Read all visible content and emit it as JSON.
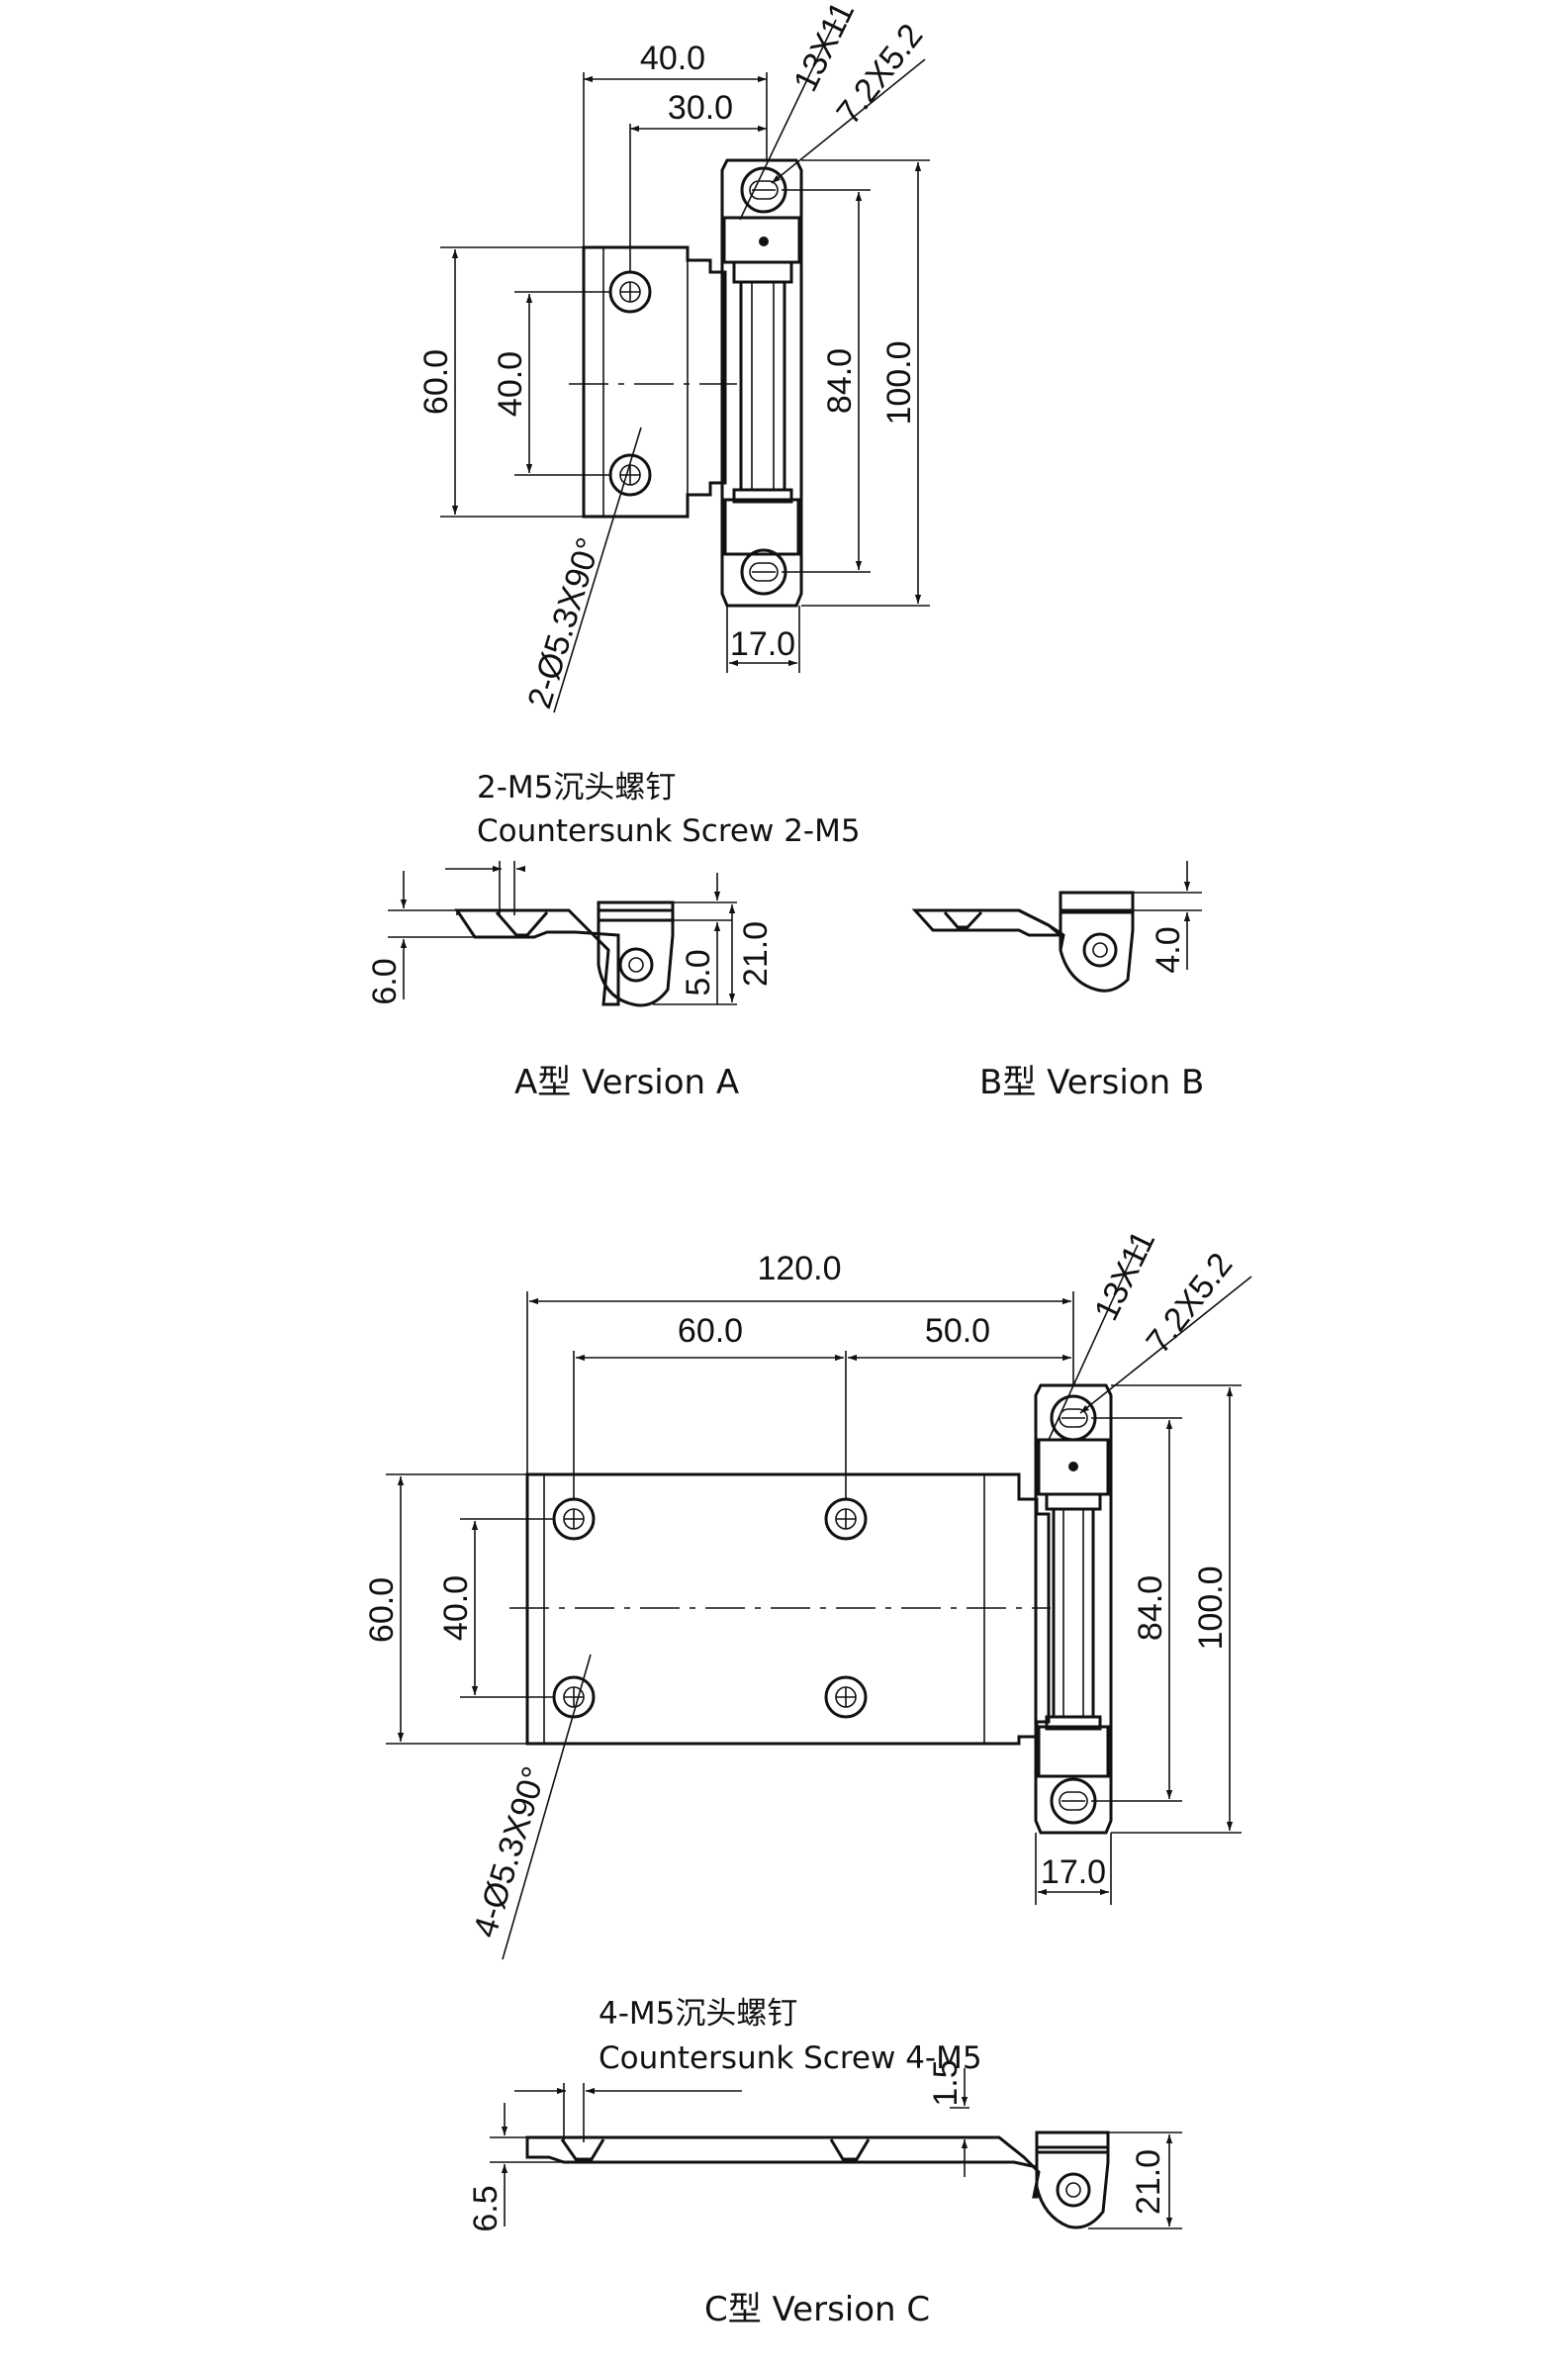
{
  "view_a_top": {
    "dims": {
      "w40": "40.0",
      "w30": "30.0",
      "slot_large": "13X11",
      "slot_small": "7.2X5.2",
      "h60": "60.0",
      "h40": "40.0",
      "h84": "84.0",
      "h100": "100.0",
      "w17": "17.0",
      "holes": "2-Ø5.3X90°"
    }
  },
  "view_a_side": {
    "screw_cn": "2-M5沉头螺钉",
    "screw_en": "Countersunk Screw 2-M5",
    "dims": {
      "h6": "6.0",
      "h5": "5.0",
      "h21": "21.0"
    },
    "caption": "A型 Version A"
  },
  "view_b_side": {
    "dims": {
      "h4": "4.0"
    },
    "caption": "B型 Version B"
  },
  "view_c_top": {
    "dims": {
      "w120": "120.0",
      "w60": "60.0",
      "w50": "50.0",
      "slot_large": "13X11",
      "slot_small": "7.2X5.2",
      "h60": "60.0",
      "h40": "40.0",
      "h84": "84.0",
      "h100": "100.0",
      "w17": "17.0",
      "holes": "4-Ø5.3X90°"
    }
  },
  "view_c_side": {
    "screw_cn": "4-M5沉头螺钉",
    "screw_en": "Countersunk Screw 4-M5",
    "dims": {
      "h15": "1.5",
      "h65": "6.5",
      "h21": "21.0"
    },
    "caption": "C型 Version C"
  }
}
